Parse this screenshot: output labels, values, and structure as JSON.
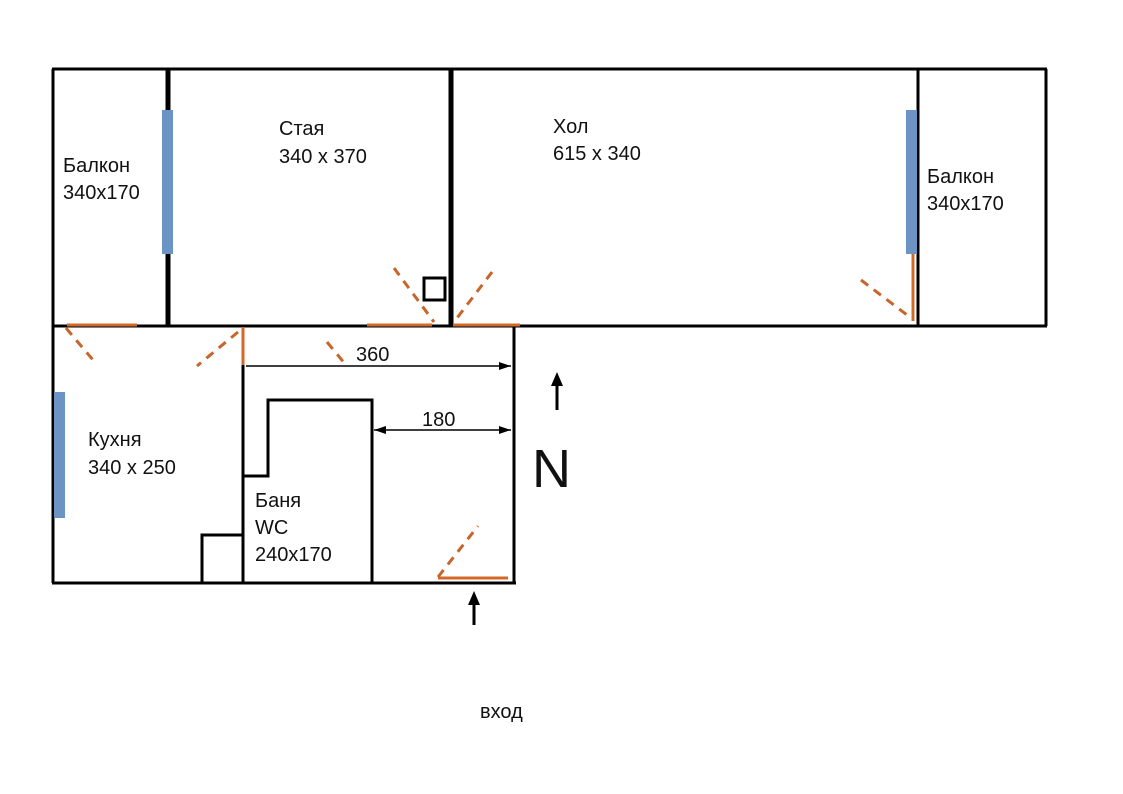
{
  "rooms": {
    "balcony_left": {
      "name": "Балкон",
      "size": "340x170"
    },
    "room": {
      "name": "Стая",
      "size": "340 x 370"
    },
    "hall": {
      "name": "Хол",
      "size": "615 x 340"
    },
    "balcony_right": {
      "name": "Балкон",
      "size": "340x170"
    },
    "kitchen": {
      "name": "Кухня",
      "size": "340 x 250"
    },
    "bathroom": {
      "name": "Баня",
      "name2": "WC",
      "size": "240x170"
    }
  },
  "dimensions": {
    "corridor_length": "360",
    "corridor_width": "180"
  },
  "compass": {
    "label": "N"
  },
  "entrance": {
    "label": "вход"
  },
  "colors": {
    "wall": "#000000",
    "window": "#6b93c4",
    "door": "#d2692a"
  }
}
